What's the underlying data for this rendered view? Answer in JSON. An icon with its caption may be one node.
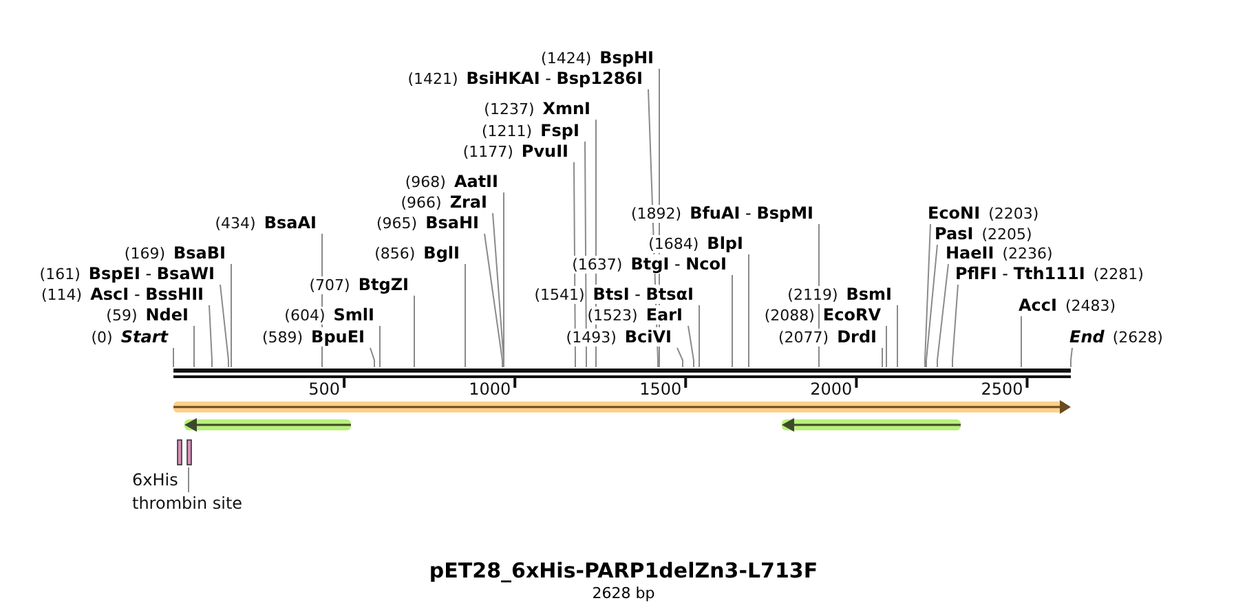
{
  "diagram": {
    "title": "pET28_6xHis-PARP1delZn3-L713F",
    "caption": "2628 bp",
    "nodes": [
      {
        "text": [
          "(0)",
          "Start"
        ]
      },
      {
        "text": [
          "(59)",
          "NdeI"
        ]
      },
      {
        "text": [
          "(114)",
          "**AscI** - **BssHII**"
        ]
      },
      {
        "text": [
          "(161)",
          "**BspEI** - **BsaWI**"
        ]
      },
      {
        "text": [
          "(169)",
          "BsaBI"
        ]
      },
      {
        "text": [
          "(434)",
          "BsaAI"
        ]
      },
      {
        "text": [
          "(589)",
          "BpuEI"
        ]
      },
      {
        "text": [
          "(604)",
          "SmlI"
        ]
      },
      {
        "text": [
          "(707)",
          "BtgZI"
        ]
      },
      {
        "text": [
          "(856)",
          "BglI"
        ]
      },
      {
        "text": [
          "(965)",
          "BsaHI"
        ]
      },
      {
        "text": [
          "(966)",
          "ZraI"
        ]
      },
      {
        "text": [
          "(968)",
          "AatII"
        ]
      },
      {
        "text": [
          "(1177)",
          "PvuII"
        ]
      },
      {
        "text": [
          "(1211)",
          "FspI"
        ]
      },
      {
        "text": [
          "(1237)",
          "XmnI"
        ]
      },
      {
        "text": [
          "(1421)",
          "**BsiHKAI** - **Bsp1286I**"
        ]
      },
      {
        "text": [
          "(1424)",
          "BspHI"
        ]
      },
      {
        "text": [
          "(1493)",
          "BciVI"
        ]
      },
      {
        "text": [
          "(1523)",
          "EarI"
        ]
      },
      {
        "text": [
          "(1541)",
          "**BtsI** - **BtsαI**"
        ]
      },
      {
        "text": [
          "(1637)",
          "**BtgI** - **NcoI**"
        ]
      },
      {
        "text": [
          "(1684)",
          "BlpI"
        ]
      },
      {
        "text": [
          "(1892)",
          "**BfuAI** - **BspMI**"
        ]
      },
      {
        "text": [
          "(2077)",
          "DrdI"
        ]
      },
      {
        "text": [
          "(2088)",
          "EcoRV"
        ]
      },
      {
        "text": [
          "(2119)",
          "BsmI"
        ]
      },
      {
        "text": [
          "EcoNI",
          "(2203)"
        ]
      },
      {
        "text": [
          "PasI",
          "(2205)"
        ]
      },
      {
        "text": [
          "HaeII",
          "(2236)"
        ]
      },
      {
        "text": [
          "**PflFI** - **Tth111I**",
          "(2281)"
        ]
      },
      {
        "text": [
          "AccI",
          "(2483)"
        ]
      },
      {
        "text": [
          "End",
          "(2628)"
        ]
      },
      {
        "text": [
          "thrombin site"
        ]
      }
    ],
    "edges": [
      {
        "from": 0,
        "to": null,
        "arrow": "none"
      },
      {
        "from": 1,
        "to": null,
        "arrow": "none"
      },
      {
        "from": 2,
        "to": null,
        "arrow": "none"
      },
      {
        "from": 3,
        "to": null,
        "arrow": "none"
      },
      {
        "from": 4,
        "to": null,
        "arrow": "none"
      },
      {
        "from": 5,
        "to": null,
        "arrow": "none"
      },
      {
        "from": 6,
        "to": null,
        "arrow": "none"
      },
      {
        "from": 7,
        "to": null,
        "arrow": "none"
      },
      {
        "from": 8,
        "to": null,
        "arrow": "none"
      },
      {
        "from": 9,
        "to": null,
        "arrow": "none"
      },
      {
        "from": 10,
        "to": null,
        "arrow": "none"
      },
      {
        "from": 11,
        "to": null,
        "arrow": "none"
      },
      {
        "from": 12,
        "to": null,
        "arrow": "none"
      },
      {
        "from": 13,
        "to": null,
        "arrow": "none"
      },
      {
        "from": 14,
        "to": null,
        "arrow": "none"
      },
      {
        "from": 15,
        "to": null,
        "arrow": "none"
      },
      {
        "from": 16,
        "to": null,
        "arrow": "none"
      },
      {
        "from": 17,
        "to": null,
        "arrow": "none"
      },
      {
        "from": 18,
        "to": null,
        "arrow": "none"
      },
      {
        "from": 19,
        "to": null,
        "arrow": "none"
      },
      {
        "from": 20,
        "to": null,
        "arrow": "none"
      },
      {
        "from": 21,
        "to": null,
        "arrow": "none"
      },
      {
        "from": 22,
        "to": null,
        "arrow": "none"
      },
      {
        "from": 23,
        "to": null,
        "arrow": "none"
      },
      {
        "from": 24,
        "to": null,
        "arrow": "none"
      },
      {
        "from": 25,
        "to": null,
        "arrow": "none"
      },
      {
        "from": 26,
        "to": null,
        "arrow": "none"
      },
      {
        "from": 27,
        "to": null,
        "arrow": "none"
      },
      {
        "from": 28,
        "to": null,
        "arrow": "none"
      },
      {
        "from": 29,
        "to": null,
        "arrow": "none"
      },
      {
        "from": 30,
        "to": null,
        "arrow": "none"
      },
      {
        "from": 31,
        "to": null,
        "arrow": "none"
      },
      {
        "from": 32,
        "to": null,
        "arrow": "none"
      },
      {
        "from": 33,
        "to": null,
        "arrow": "none"
      }
    ],
    "labels": [
      "500",
      "1000",
      "1500",
      "2000",
      "2500",
      "6xHis"
    ]
  }
}
